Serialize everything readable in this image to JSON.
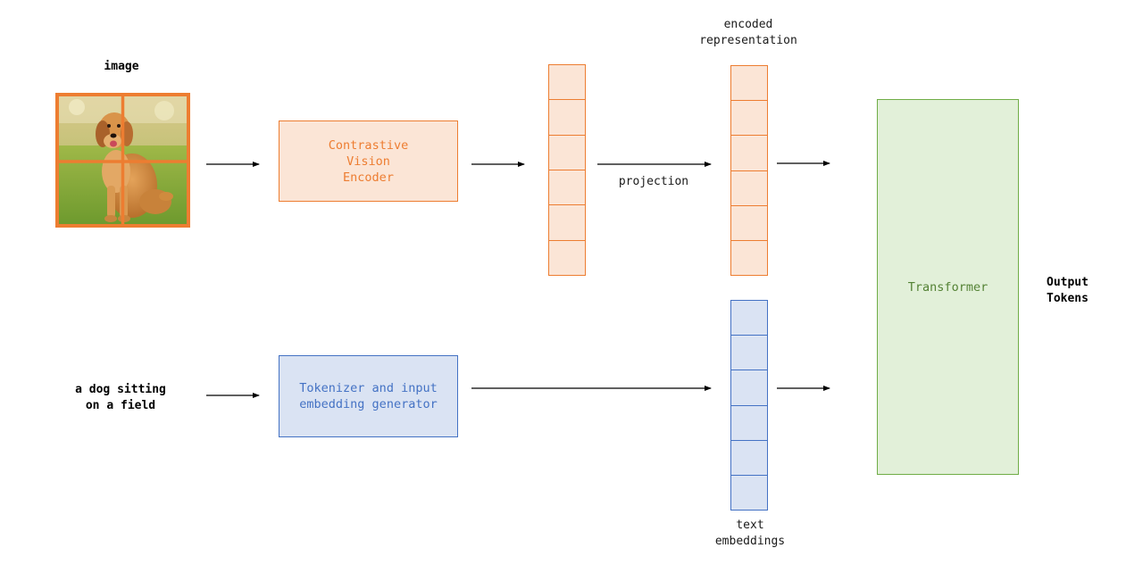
{
  "labels": {
    "image": "image",
    "caption_line1": "a dog sitting",
    "caption_line2": "on a field",
    "encoded_line1": "encoded",
    "encoded_line2": "representation",
    "projection": "projection",
    "text_emb_line1": "text",
    "text_emb_line2": "embeddings",
    "output_line1": "Output",
    "output_line2": "Tokens"
  },
  "boxes": {
    "vision_encoder": [
      "Contrastive",
      "Vision",
      "Encoder"
    ],
    "tokenizer": [
      "Tokenizer and input",
      "embedding generator"
    ],
    "transformer": "Transformer"
  },
  "stacks": {
    "vision_features_cells": 6,
    "encoded_cells": 6,
    "text_embedding_cells": 6
  },
  "colors": {
    "orange": "#ed7d31",
    "orange_fill": "#fbe5d6",
    "blue": "#4472c4",
    "blue_fill": "#dae3f3",
    "green": "#70ad47",
    "green_fill": "#e2f0d9"
  },
  "image": {
    "subject": "golden retriever sitting on grass",
    "grid": "2x2 patches"
  }
}
